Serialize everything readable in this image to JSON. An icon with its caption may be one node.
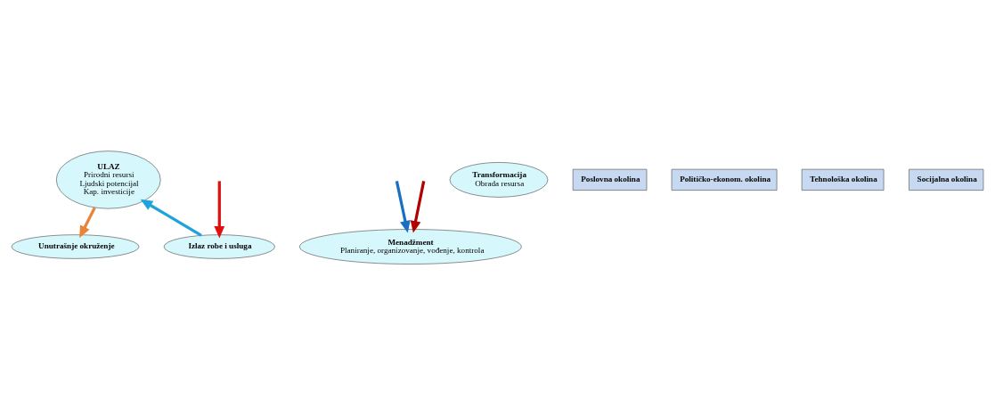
{
  "diagram": {
    "nodes": [
      {
        "text": [
          "ULAZ",
          "Prirodni resursi",
          "Ljudski potencijal",
          "Kap. investicije"
        ]
      },
      {
        "text": [
          "Izlaz robe i usluga"
        ]
      },
      {
        "text": [
          "Unutrašnje okruženje"
        ]
      },
      {
        "text": [
          "Menadžment",
          "Planiranje, organizovanje, vođenje, kontrola"
        ]
      },
      {
        "text": [
          "Transformacija",
          "Obrada resursa"
        ]
      },
      {
        "text": [
          "Poslovna okolina"
        ]
      },
      {
        "text": [
          "Političko-ekonom. okolina"
        ]
      },
      {
        "text": [
          "Tehnološka okolina"
        ]
      },
      {
        "text": [
          "Socijalna okolina"
        ]
      }
    ],
    "edges": [
      {
        "from": 1,
        "to": 0,
        "arrow": "to",
        "color": "#1fa3dc"
      },
      {
        "from": null,
        "to": 3,
        "arrow": "to",
        "color": "#1b6fc0"
      },
      {
        "from": 0,
        "to": 2,
        "arrow": "to",
        "color": "#e8843a"
      },
      {
        "from": null,
        "to": 1,
        "arrow": "to",
        "color": "#e01010"
      },
      {
        "from": null,
        "to": 3,
        "arrow": "to",
        "color": "#b00000"
      }
    ]
  }
}
